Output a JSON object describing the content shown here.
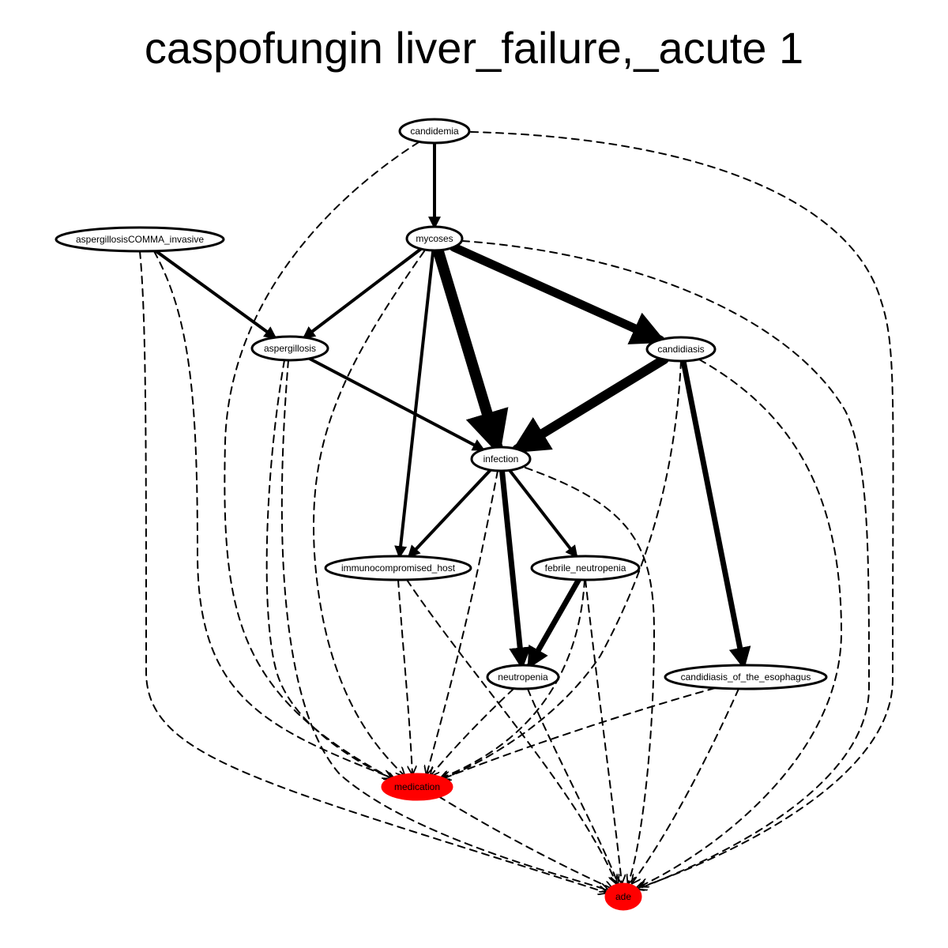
{
  "title": "caspofungin liver_failure,_acute 1",
  "colors": {
    "highlight": "#ff0000",
    "stroke": "#000000",
    "background": "#ffffff"
  },
  "nodes": [
    {
      "id": "candidemia",
      "label": "candidemia",
      "highlight": false
    },
    {
      "id": "mycoses",
      "label": "mycoses",
      "highlight": false
    },
    {
      "id": "aspergillosisCOMMA_invasive",
      "label": "aspergillosisCOMMA_invasive",
      "highlight": false
    },
    {
      "id": "aspergillosis",
      "label": "aspergillosis",
      "highlight": false
    },
    {
      "id": "candidiasis",
      "label": "candidiasis",
      "highlight": false
    },
    {
      "id": "infection",
      "label": "infection",
      "highlight": false
    },
    {
      "id": "immunocompromised_host",
      "label": "immunocompromised_host",
      "highlight": false
    },
    {
      "id": "febrile_neutropenia",
      "label": "febrile_neutropenia",
      "highlight": false
    },
    {
      "id": "neutropenia",
      "label": "neutropenia",
      "highlight": false
    },
    {
      "id": "candidiasis_of_the_esophagus",
      "label": "candidiasis_of_the_esophagus",
      "highlight": false
    },
    {
      "id": "medication",
      "label": "medication",
      "highlight": true
    },
    {
      "id": "ade",
      "label": "ade",
      "highlight": true
    }
  ],
  "edges": [
    {
      "from": "candidemia",
      "to": "mycoses",
      "style": "solid",
      "weight": 4
    },
    {
      "from": "candidemia",
      "to": "medication",
      "style": "dashed",
      "weight": 2
    },
    {
      "from": "candidemia",
      "to": "ade",
      "style": "dashed",
      "weight": 2
    },
    {
      "from": "aspergillosisCOMMA_invasive",
      "to": "aspergillosis",
      "style": "solid",
      "weight": 4
    },
    {
      "from": "aspergillosisCOMMA_invasive",
      "to": "medication",
      "style": "dashed",
      "weight": 2
    },
    {
      "from": "aspergillosisCOMMA_invasive",
      "to": "ade",
      "style": "dashed",
      "weight": 2
    },
    {
      "from": "mycoses",
      "to": "aspergillosis",
      "style": "solid",
      "weight": 4
    },
    {
      "from": "mycoses",
      "to": "candidiasis",
      "style": "solid",
      "weight": 11
    },
    {
      "from": "mycoses",
      "to": "infection",
      "style": "solid",
      "weight": 14
    },
    {
      "from": "mycoses",
      "to": "immunocompromised_host",
      "style": "solid",
      "weight": 4
    },
    {
      "from": "mycoses",
      "to": "medication",
      "style": "dashed",
      "weight": 2
    },
    {
      "from": "mycoses",
      "to": "ade",
      "style": "dashed",
      "weight": 2
    },
    {
      "from": "aspergillosis",
      "to": "infection",
      "style": "solid",
      "weight": 4
    },
    {
      "from": "aspergillosis",
      "to": "medication",
      "style": "dashed",
      "weight": 2
    },
    {
      "from": "aspergillosis",
      "to": "ade",
      "style": "dashed",
      "weight": 2
    },
    {
      "from": "candidiasis",
      "to": "infection",
      "style": "solid",
      "weight": 12
    },
    {
      "from": "candidiasis",
      "to": "candidiasis_of_the_esophagus",
      "style": "solid",
      "weight": 7
    },
    {
      "from": "candidiasis",
      "to": "medication",
      "style": "dashed",
      "weight": 2
    },
    {
      "from": "candidiasis",
      "to": "ade",
      "style": "dashed",
      "weight": 2
    },
    {
      "from": "infection",
      "to": "immunocompromised_host",
      "style": "solid",
      "weight": 4
    },
    {
      "from": "infection",
      "to": "febrile_neutropenia",
      "style": "solid",
      "weight": 4
    },
    {
      "from": "infection",
      "to": "neutropenia",
      "style": "solid",
      "weight": 7
    },
    {
      "from": "infection",
      "to": "medication",
      "style": "dashed",
      "weight": 2
    },
    {
      "from": "infection",
      "to": "ade",
      "style": "dashed",
      "weight": 2
    },
    {
      "from": "immunocompromised_host",
      "to": "medication",
      "style": "dashed",
      "weight": 2
    },
    {
      "from": "immunocompromised_host",
      "to": "ade",
      "style": "dashed",
      "weight": 2
    },
    {
      "from": "febrile_neutropenia",
      "to": "neutropenia",
      "style": "solid",
      "weight": 7
    },
    {
      "from": "febrile_neutropenia",
      "to": "medication",
      "style": "dashed",
      "weight": 2
    },
    {
      "from": "febrile_neutropenia",
      "to": "ade",
      "style": "dashed",
      "weight": 2
    },
    {
      "from": "neutropenia",
      "to": "medication",
      "style": "dashed",
      "weight": 2
    },
    {
      "from": "neutropenia",
      "to": "ade",
      "style": "dashed",
      "weight": 2
    },
    {
      "from": "candidiasis_of_the_esophagus",
      "to": "medication",
      "style": "dashed",
      "weight": 2
    },
    {
      "from": "candidiasis_of_the_esophagus",
      "to": "ade",
      "style": "dashed",
      "weight": 2
    },
    {
      "from": "medication",
      "to": "ade",
      "style": "dashed",
      "weight": 2
    }
  ]
}
